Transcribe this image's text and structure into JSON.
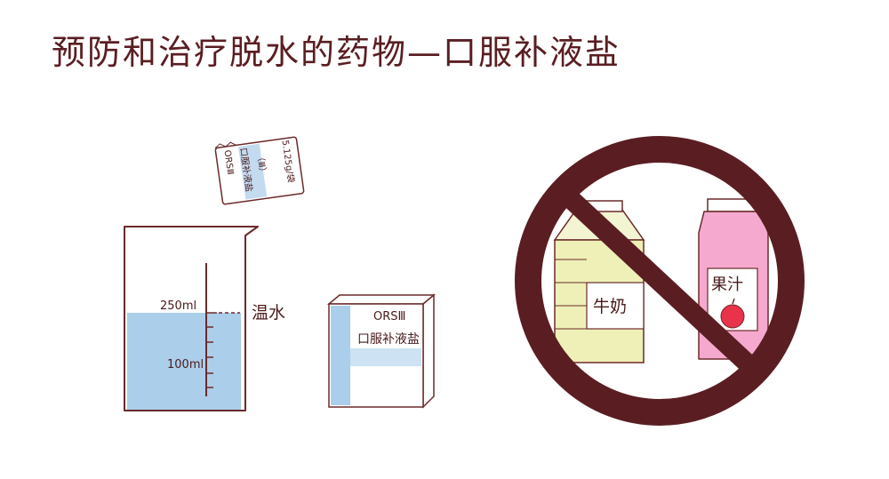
{
  "title": "预防和治疗脱水的药物—口服补液盐",
  "sachet": {
    "line1": "ORSⅢ",
    "line2": "口服补液盐",
    "line3": "（Ⅲ）",
    "line4": "5.125g/袋"
  },
  "beaker": {
    "mark_high": "250ml",
    "mark_low": "100ml",
    "water_label": "温水"
  },
  "box": {
    "line1": "ORSⅢ",
    "line2": "口服补液盐"
  },
  "milk_label": "牛奶",
  "juice_label": "果汁",
  "colors": {
    "title": "#5a1e22",
    "outline": "#6b2a2a",
    "water": "#9cc6e6",
    "prohibit": "#5a1e22",
    "milk": "#eef0b8",
    "juice": "#f6a9cf"
  }
}
